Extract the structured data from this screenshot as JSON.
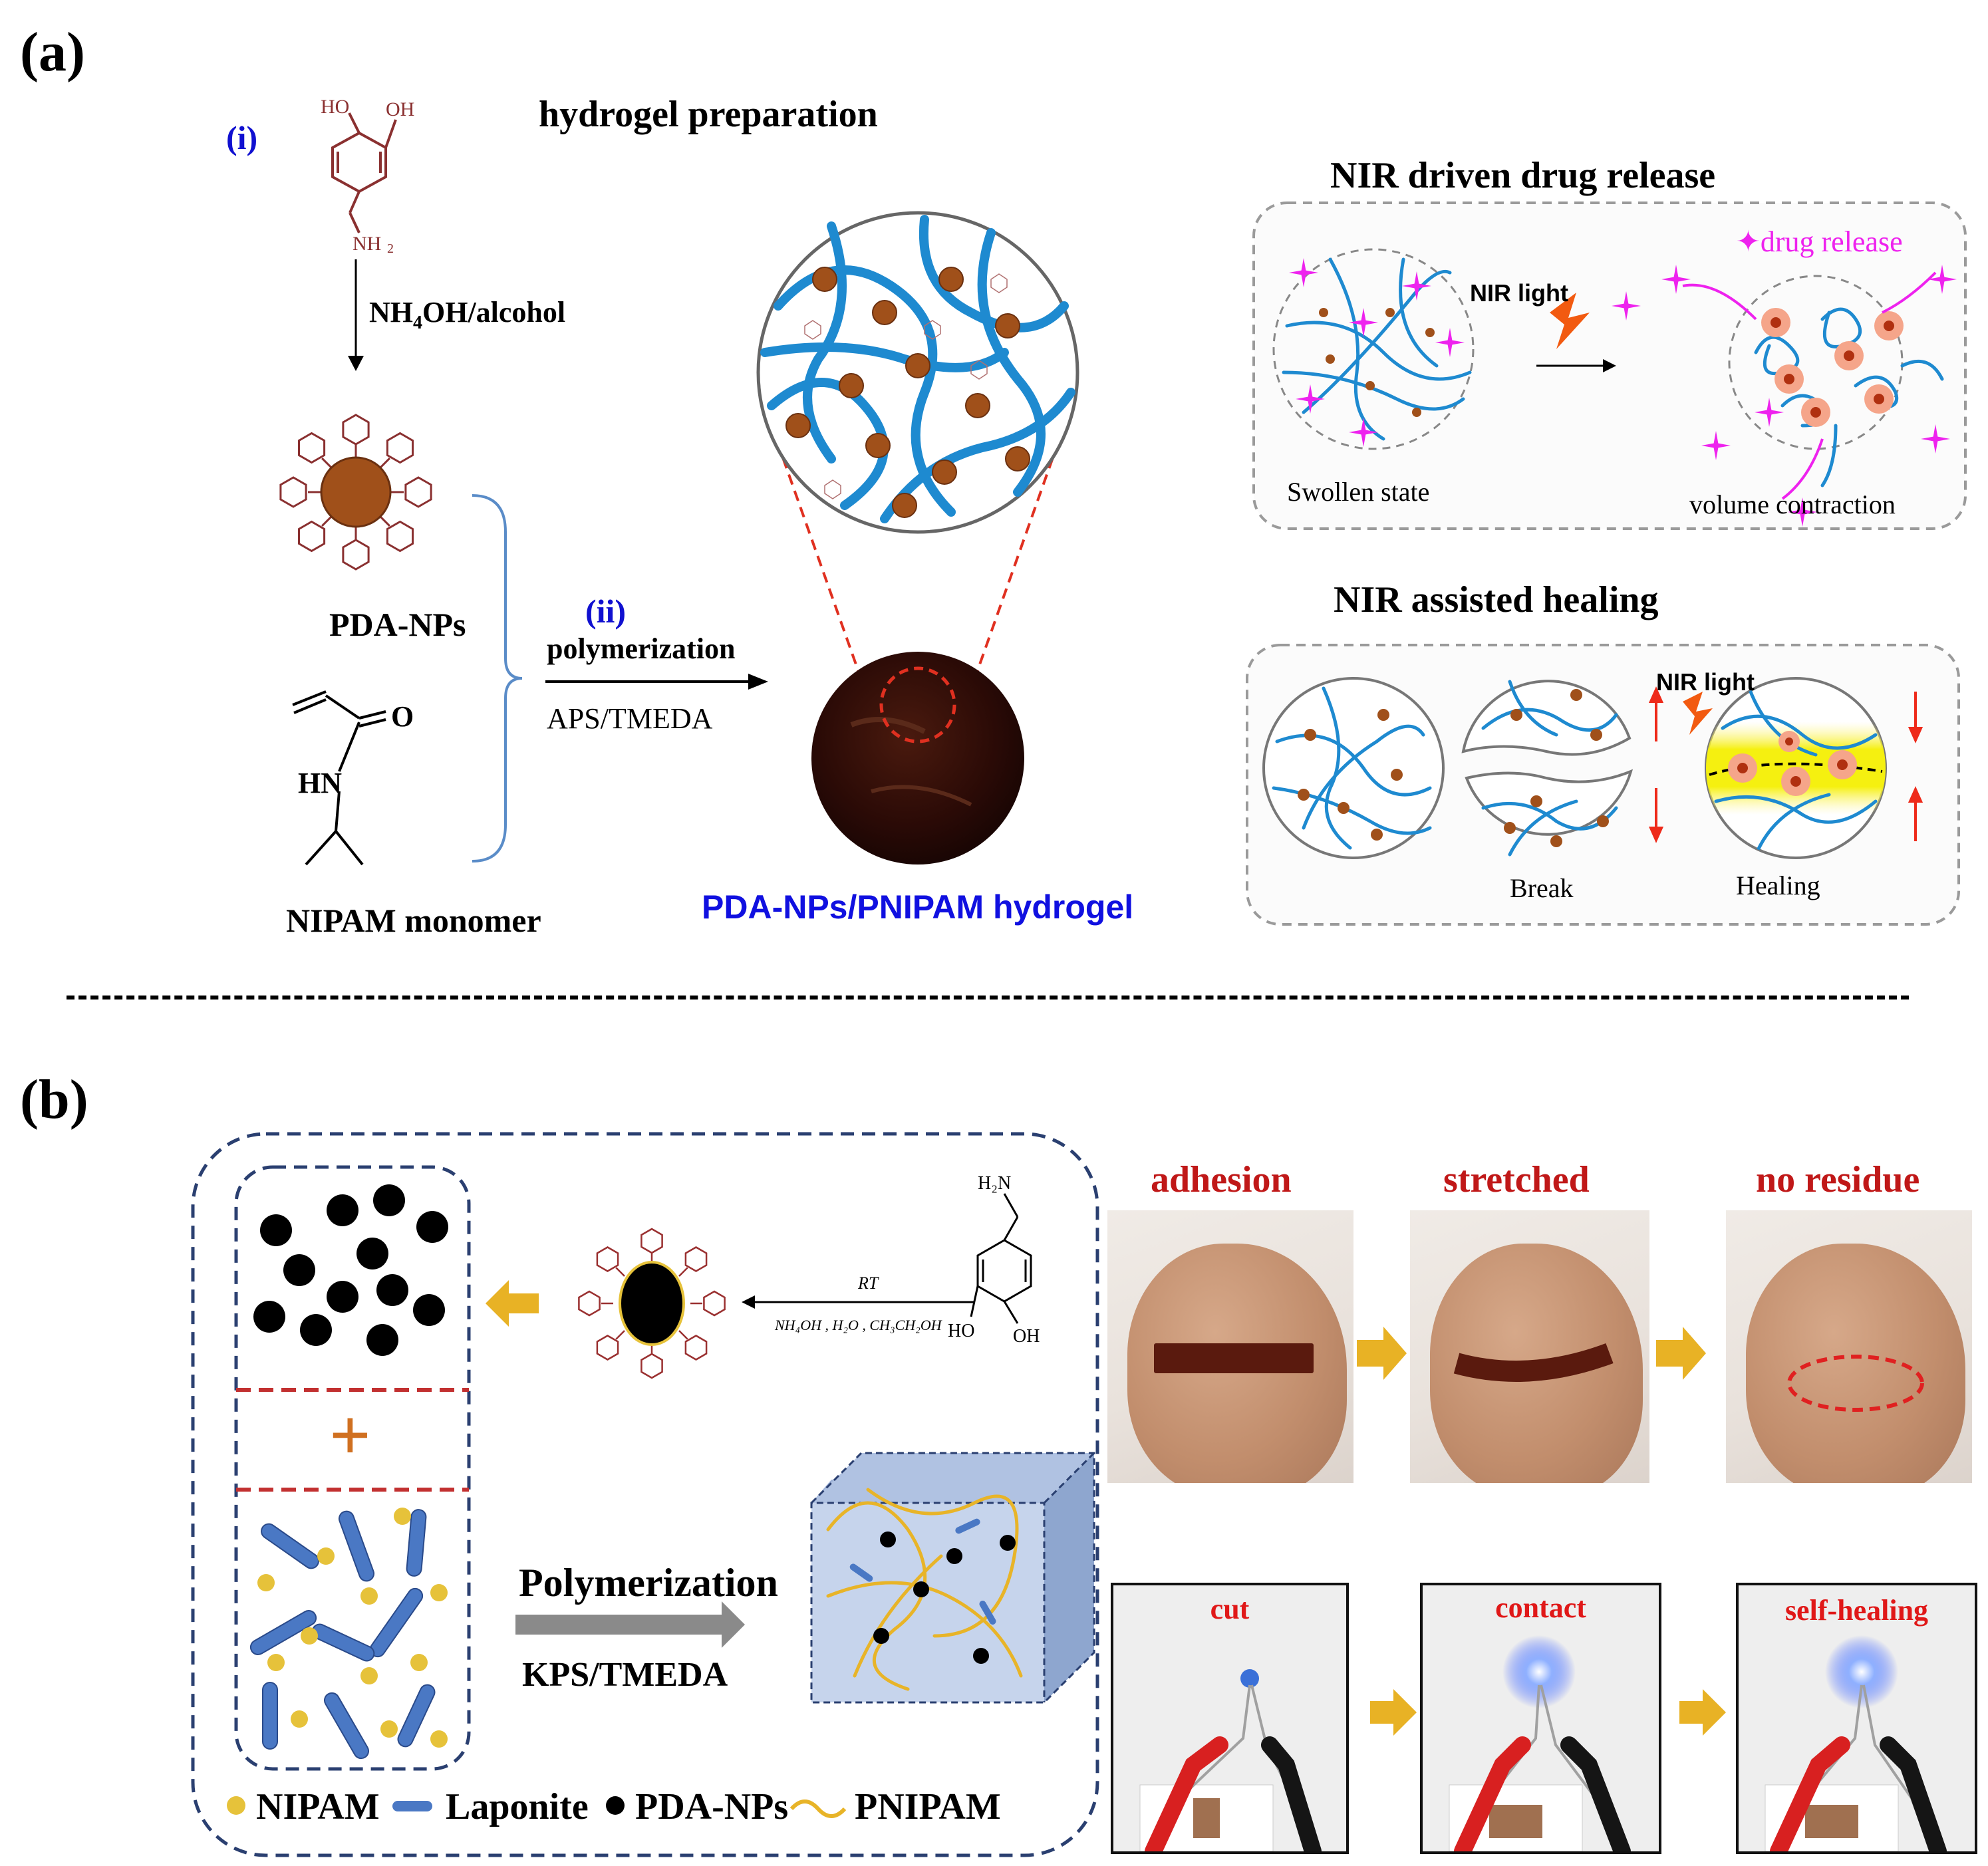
{
  "panel_a": {
    "letter": "(a)",
    "step_i": "(i)",
    "step_ii": "(ii)",
    "section_title": "hydrogel preparation",
    "reagent_1": "NH",
    "reagent_1_sub": "4",
    "reagent_1_rest": "OH/alcohol",
    "dopamine_labels": {
      "oh1": "HO",
      "oh2": "OH",
      "amine": "NH",
      "amine_sub": "2"
    },
    "pda_label": "PDA-NPs",
    "nipam_label": "NIPAM monomer",
    "nipam_atoms": {
      "o": "O",
      "hn": "HN"
    },
    "arrow_top": "polymerization",
    "arrow_bottom": "APS/TMEDA",
    "hydrogel_label": "PDA-NPs/PNIPAM hydrogel",
    "drug_box": {
      "title": "NIR driven drug release",
      "nir": "NIR light",
      "drug_release": "drug release",
      "swollen": "Swollen state",
      "contraction": "volume contraction"
    },
    "heal_box": {
      "title": "NIR assisted healing",
      "nir": "NIR light",
      "break": "Break",
      "healing": "Healing"
    }
  },
  "panel_b": {
    "letter": "(b)",
    "reaction_top": "RT",
    "reaction_bottom": "NH₄OH , H₂O , CH₃CH₂OH",
    "dopamine_labels": {
      "amine": "H₂N",
      "oh1": "HO",
      "oh2": "OH"
    },
    "plus": "+",
    "arrow_top": "Polymerization",
    "arrow_bottom": "KPS/TMEDA",
    "legend": [
      "NIPAM",
      "Laponite",
      "PDA-NPs",
      "PNIPAM"
    ],
    "photos_top": [
      "adhesion",
      "stretched",
      "no residue"
    ],
    "photos_bottom": [
      "cut",
      "contact",
      "self-healing"
    ]
  },
  "colors": {
    "pda_brown": "#a0501a",
    "chain_blue": "#1e8ad0",
    "box_navy": "#2a3f70",
    "dash_red": "#c23030",
    "arrow_gold": "#e8b225",
    "nipam_yellow": "#e6c23a",
    "laponite_blue": "#4a78c4",
    "pnipam_gold": "#e8b428"
  }
}
